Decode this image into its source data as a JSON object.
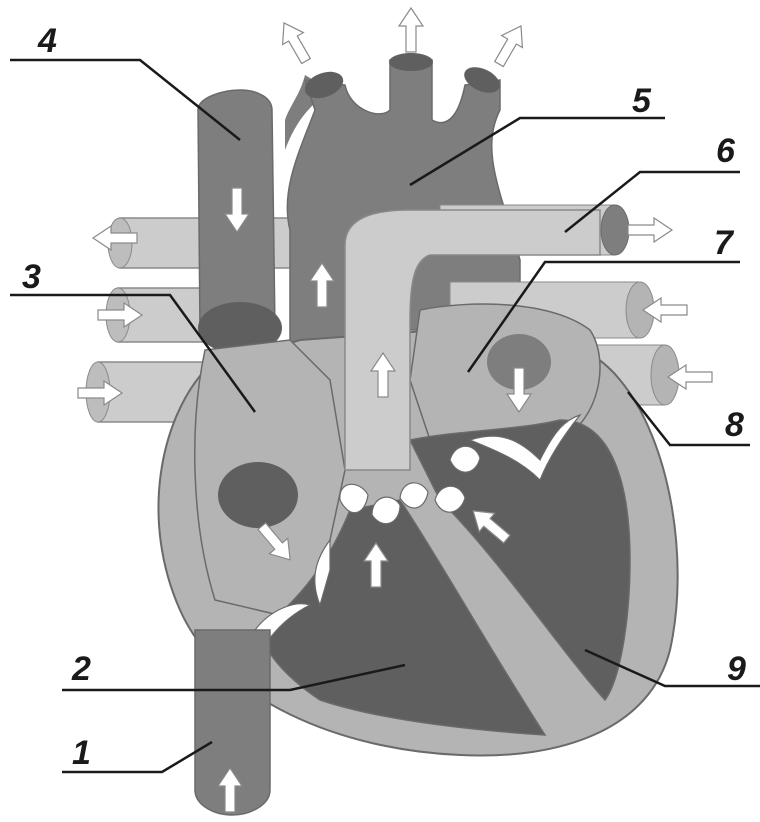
{
  "diagram": {
    "labels": [
      "4",
      "5",
      "6",
      "3",
      "7",
      "8",
      "2",
      "9",
      "1"
    ],
    "colors": {
      "dark": "#5f5f5f",
      "mid": "#7e7e7e",
      "light": "#b4b4b4",
      "pale": "#cccccc",
      "valve": "#ffffff",
      "outline": "#6a6a6a",
      "ink": "#1a1a1a"
    }
  }
}
